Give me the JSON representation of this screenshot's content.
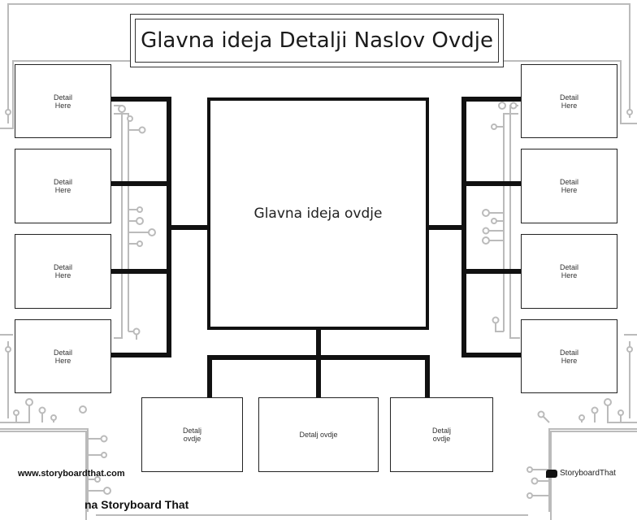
{
  "title": "Glavna ideja Detalji Naslov Ovdje",
  "main_idea": "Glavna ideja ovdje",
  "left_details": [
    "Detail\nHere",
    "Detail\nHere",
    "Detail\nHere",
    "Detail\nHere"
  ],
  "right_details": [
    "Detail\nHere",
    "Detail\nHere",
    "Detail\nHere",
    "Detail\nHere"
  ],
  "bottom_details": [
    "Detalj\novdje",
    "Detalj ovdje",
    "Detalj\novdje"
  ],
  "website": "www.storyboardthat.com",
  "brand": "StoryboardThat",
  "footer": "na Storyboard That",
  "colors": {
    "line": "#111111",
    "circuit": "#bbbbbb",
    "background": "#ffffff"
  }
}
